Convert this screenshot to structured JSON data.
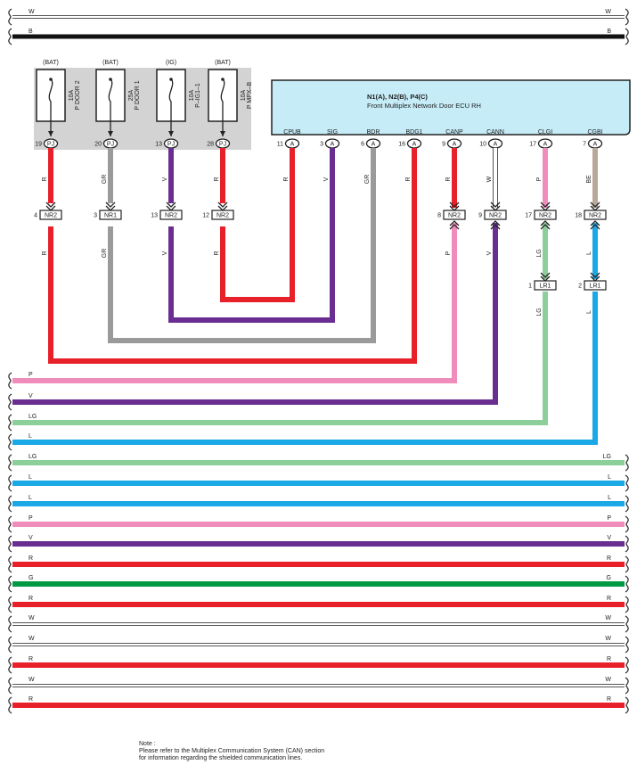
{
  "colors": {
    "R": "#e8202a",
    "GR": "#9a9a9a",
    "V": "#6a2d91",
    "P": "#f08cbc",
    "LG": "#8ccf9a",
    "L": "#1aa8e6",
    "G": "#009a44",
    "B": "#111111",
    "W": "#ffffff",
    "BE": "#b8a898",
    "ecu_fill": "#c6ecf7",
    "fuse_panel": "#d3d3d3"
  },
  "top_buses": [
    {
      "color_code": "W",
      "left_label": "W",
      "right_label": "W"
    },
    {
      "color_code": "B",
      "left_label": "B",
      "right_label": "B"
    }
  ],
  "fuses": [
    {
      "source": "(BAT)",
      "rating": "10A",
      "name": "P DOOR 2",
      "pin": "19",
      "connector": "PJ",
      "wire": "R"
    },
    {
      "source": "(BAT)",
      "rating": "25A",
      "name": "P DOOR 1",
      "pin": "20",
      "connector": "PJ",
      "wire": "GR"
    },
    {
      "source": "(IG)",
      "rating": "10A",
      "name": "P–IG1–1",
      "pin": "13",
      "connector": "PJ",
      "wire": "V"
    },
    {
      "source": "(BAT)",
      "rating": "10A",
      "name": "P MPX–B",
      "pin": "28",
      "connector": "PJ",
      "wire": "R"
    }
  ],
  "ecu": {
    "title": "N1(A), N2(B), P4(C)",
    "subtitle": "Front Multiplex Network Door ECU RH",
    "terminals": [
      {
        "name": "CPUB",
        "pin": "11",
        "connector": "A",
        "wire": "R"
      },
      {
        "name": "SIG",
        "pin": "3",
        "connector": "A",
        "wire": "V"
      },
      {
        "name": "BDR",
        "pin": "6",
        "connector": "A",
        "wire": "GR"
      },
      {
        "name": "BDG1",
        "pin": "16",
        "connector": "A",
        "wire": "R"
      },
      {
        "name": "CANP",
        "pin": "9",
        "connector": "A",
        "wire": "R"
      },
      {
        "name": "CANN",
        "pin": "10",
        "connector": "A",
        "wire": "W"
      },
      {
        "name": "CLGI",
        "pin": "17",
        "connector": "A",
        "wire": "P"
      },
      {
        "name": "CGBI",
        "pin": "7",
        "connector": "A",
        "wire": "BE"
      }
    ]
  },
  "junctions_row1": [
    {
      "pin": "4",
      "connector": "NR2",
      "lower_wire": "R"
    },
    {
      "pin": "3",
      "connector": "NR1",
      "lower_wire": "GR"
    },
    {
      "pin": "13",
      "connector": "NR2",
      "lower_wire": "V"
    },
    {
      "pin": "12",
      "connector": "NR2",
      "lower_wire": "R"
    },
    {
      "pin": "8",
      "connector": "NR2",
      "lower_wire": "P"
    },
    {
      "pin": "9",
      "connector": "NR2",
      "lower_wire": "V"
    },
    {
      "pin": "17",
      "connector": "NR2",
      "lower_wire": "LG"
    },
    {
      "pin": "18",
      "connector": "NR2",
      "lower_wire": "L"
    }
  ],
  "junctions_row2": [
    {
      "pin": "1",
      "connector": "LR1",
      "lower_wire": "LG"
    },
    {
      "pin": "2",
      "connector": "LR1",
      "lower_wire": "L"
    }
  ],
  "left_exits": [
    {
      "color_code": "P",
      "label": "P"
    },
    {
      "color_code": "V",
      "label": "V"
    },
    {
      "color_code": "LG",
      "label": "LG"
    },
    {
      "color_code": "L",
      "label": "L"
    }
  ],
  "buses": [
    {
      "color_code": "LG",
      "left_label": "LG",
      "right_label": "LG"
    },
    {
      "color_code": "L",
      "left_label": "L",
      "right_label": "L"
    },
    {
      "color_code": "L",
      "left_label": "L",
      "right_label": "L"
    },
    {
      "color_code": "P",
      "left_label": "P",
      "right_label": "P"
    },
    {
      "color_code": "V",
      "left_label": "V",
      "right_label": "V"
    },
    {
      "color_code": "R",
      "left_label": "R",
      "right_label": "R"
    },
    {
      "color_code": "G",
      "left_label": "G",
      "right_label": "G"
    },
    {
      "color_code": "R",
      "left_label": "R",
      "right_label": "R"
    },
    {
      "color_code": "W",
      "left_label": "W",
      "right_label": "W"
    },
    {
      "color_code": "W",
      "left_label": "W",
      "right_label": "W"
    },
    {
      "color_code": "R",
      "left_label": "R",
      "right_label": "R"
    },
    {
      "color_code": "W",
      "left_label": "W",
      "right_label": "W"
    },
    {
      "color_code": "R",
      "left_label": "R",
      "right_label": "R"
    }
  ],
  "note": {
    "line1": "Note :",
    "line2": "Please refer to the Multiplex Communication System (CAN) section",
    "line3": "for information regarding the shielded communication lines."
  }
}
